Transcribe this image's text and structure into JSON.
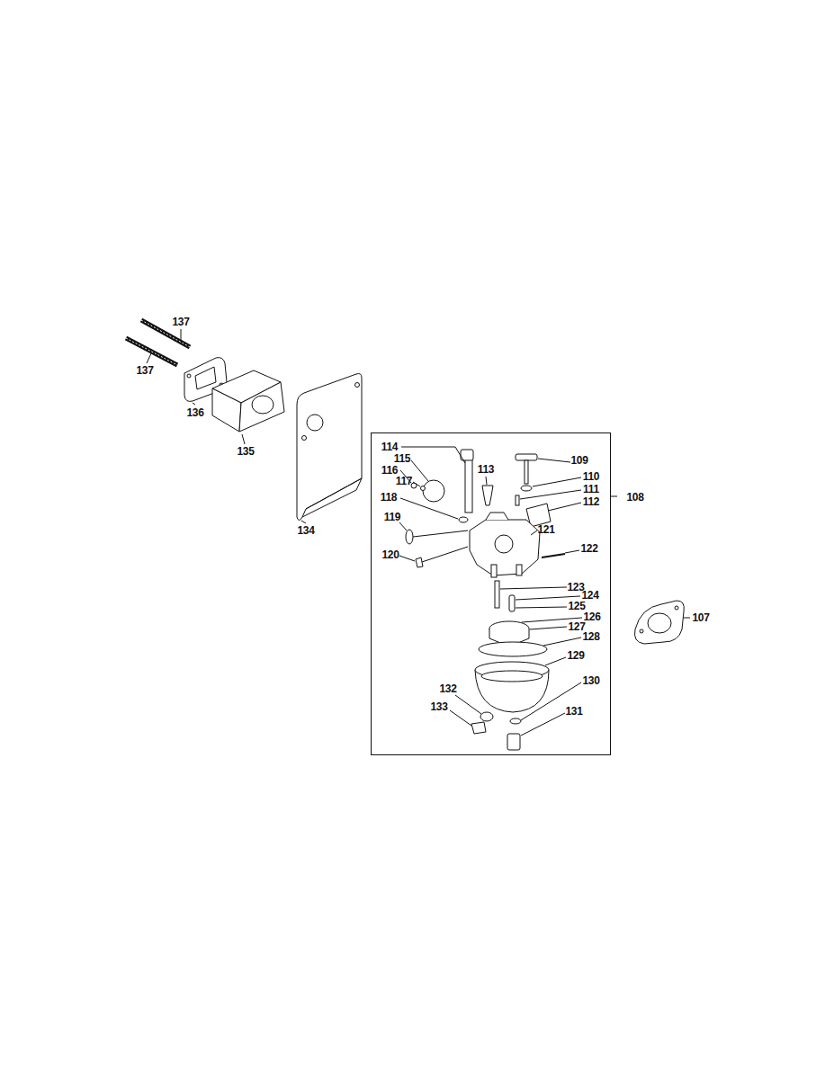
{
  "diagram": {
    "nodes": [
      {
        "text": [
          "108"
        ]
      }
    ],
    "labels": [
      "137",
      "137",
      "136",
      "135",
      "134",
      "114",
      "115",
      "116",
      "117",
      "113",
      "109",
      "110",
      "111",
      "112",
      "118",
      "119",
      "120",
      "121",
      "122",
      "123",
      "124",
      "125",
      "126",
      "127",
      "128",
      "129",
      "130",
      "131",
      "132",
      "133",
      "107"
    ]
  }
}
